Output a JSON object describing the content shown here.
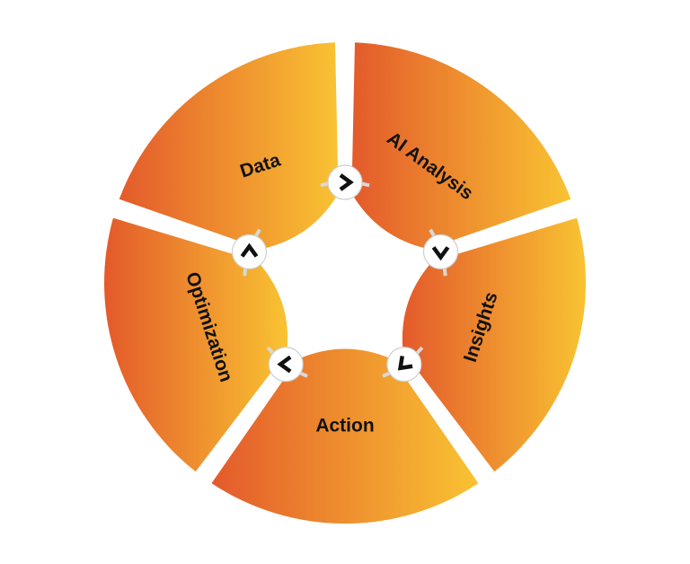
{
  "diagram": {
    "type": "cycle",
    "direction": "clockwise",
    "colors": {
      "gradient_start": "#E35A2B",
      "gradient_end": "#F9C332",
      "arrow_disc": "#FFFFFF",
      "chevron": "#111111",
      "background": "#FFFFFF"
    },
    "stages": [
      {
        "label": "Data",
        "icon": "chevron-right-icon"
      },
      {
        "label": "AI Analysis",
        "icon": "chevron-down-icon"
      },
      {
        "label": "Insights",
        "icon": "chevron-down-left-icon"
      },
      {
        "label": "Action",
        "icon": "chevron-left-icon"
      },
      {
        "label": "Optimization",
        "icon": "chevron-up-icon"
      }
    ]
  }
}
